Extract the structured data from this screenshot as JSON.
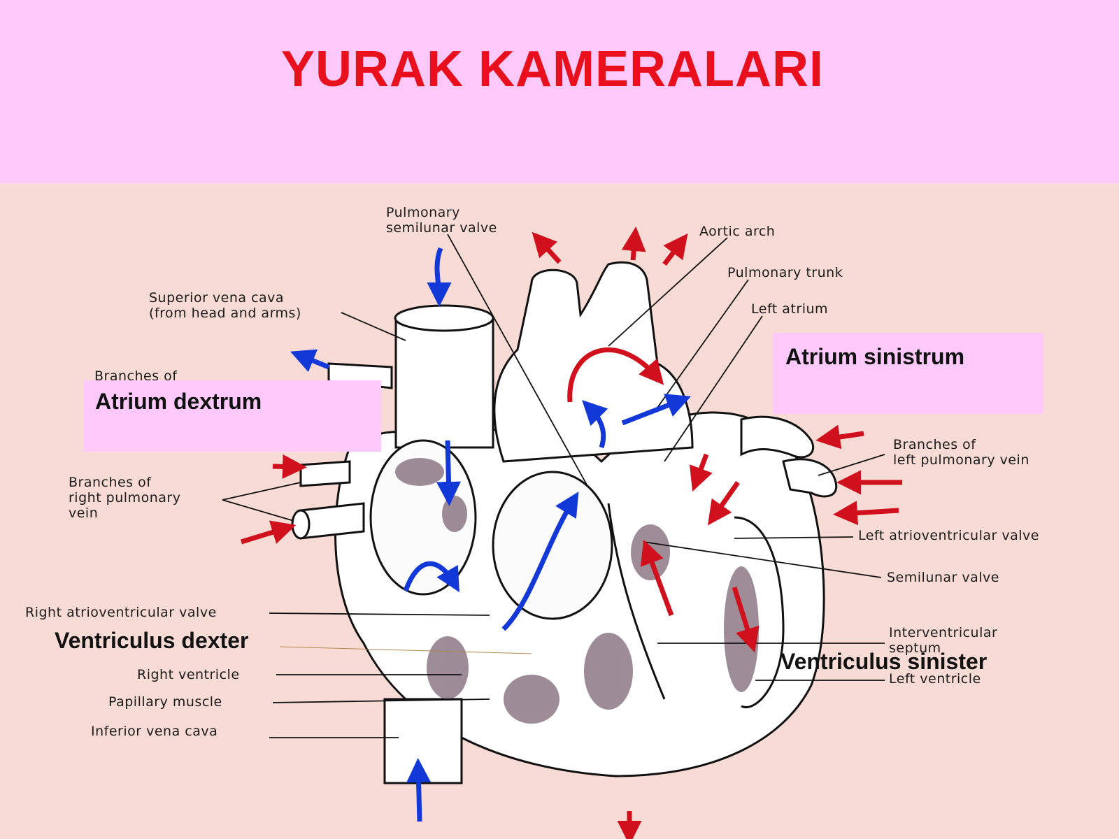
{
  "title": "YURAK KAMERALARI",
  "overlays": {
    "atrium_dextrum": "Atrium dextrum",
    "atrium_sinistrum": "Atrium sinistrum",
    "ventriculus_dexter": "Ventriculus dexter",
    "ventriculus_sinister": "Ventriculus sinister"
  },
  "labels": {
    "pulmonary_semilunar_valve_1": "Pulmonary",
    "pulmonary_semilunar_valve_2": "semilunar valve",
    "aortic_arch": "Aortic arch",
    "pulmonary_trunk": "Pulmonary trunk",
    "left_atrium": "Left atrium",
    "superior_vena_cava_1": "Superior vena cava",
    "superior_vena_cava_2": "(from head and arms)",
    "branches_of_partial": "Branches of",
    "right_pulmonary_vein_1": "Branches of",
    "right_pulmonary_vein_2": "right pulmonary",
    "right_pulmonary_vein_3": "vein",
    "left_pulmonary_vein_1": "Branches of",
    "left_pulmonary_vein_2": "left pulmonary vein",
    "left_av_valve": "Left atrioventricular valve",
    "semilunar_valve": "Semilunar valve",
    "right_av_valve": "Right atrioventricular valve",
    "interventricular_septum_1": "Interventricular",
    "interventricular_septum_2": "septum",
    "right_ventricle": "Right ventricle",
    "left_ventricle": "Left ventricle",
    "papillary_muscle": "Papillary muscle",
    "inferior_vena_cava": "Inferior vena cava"
  },
  "colors": {
    "title": "#e8101c",
    "header_bg": "#fdc9fb",
    "figure_bg": "#f9dbd5",
    "oxygenated_arrow": "#d0101c",
    "deoxygenated_arrow": "#1238d8"
  }
}
